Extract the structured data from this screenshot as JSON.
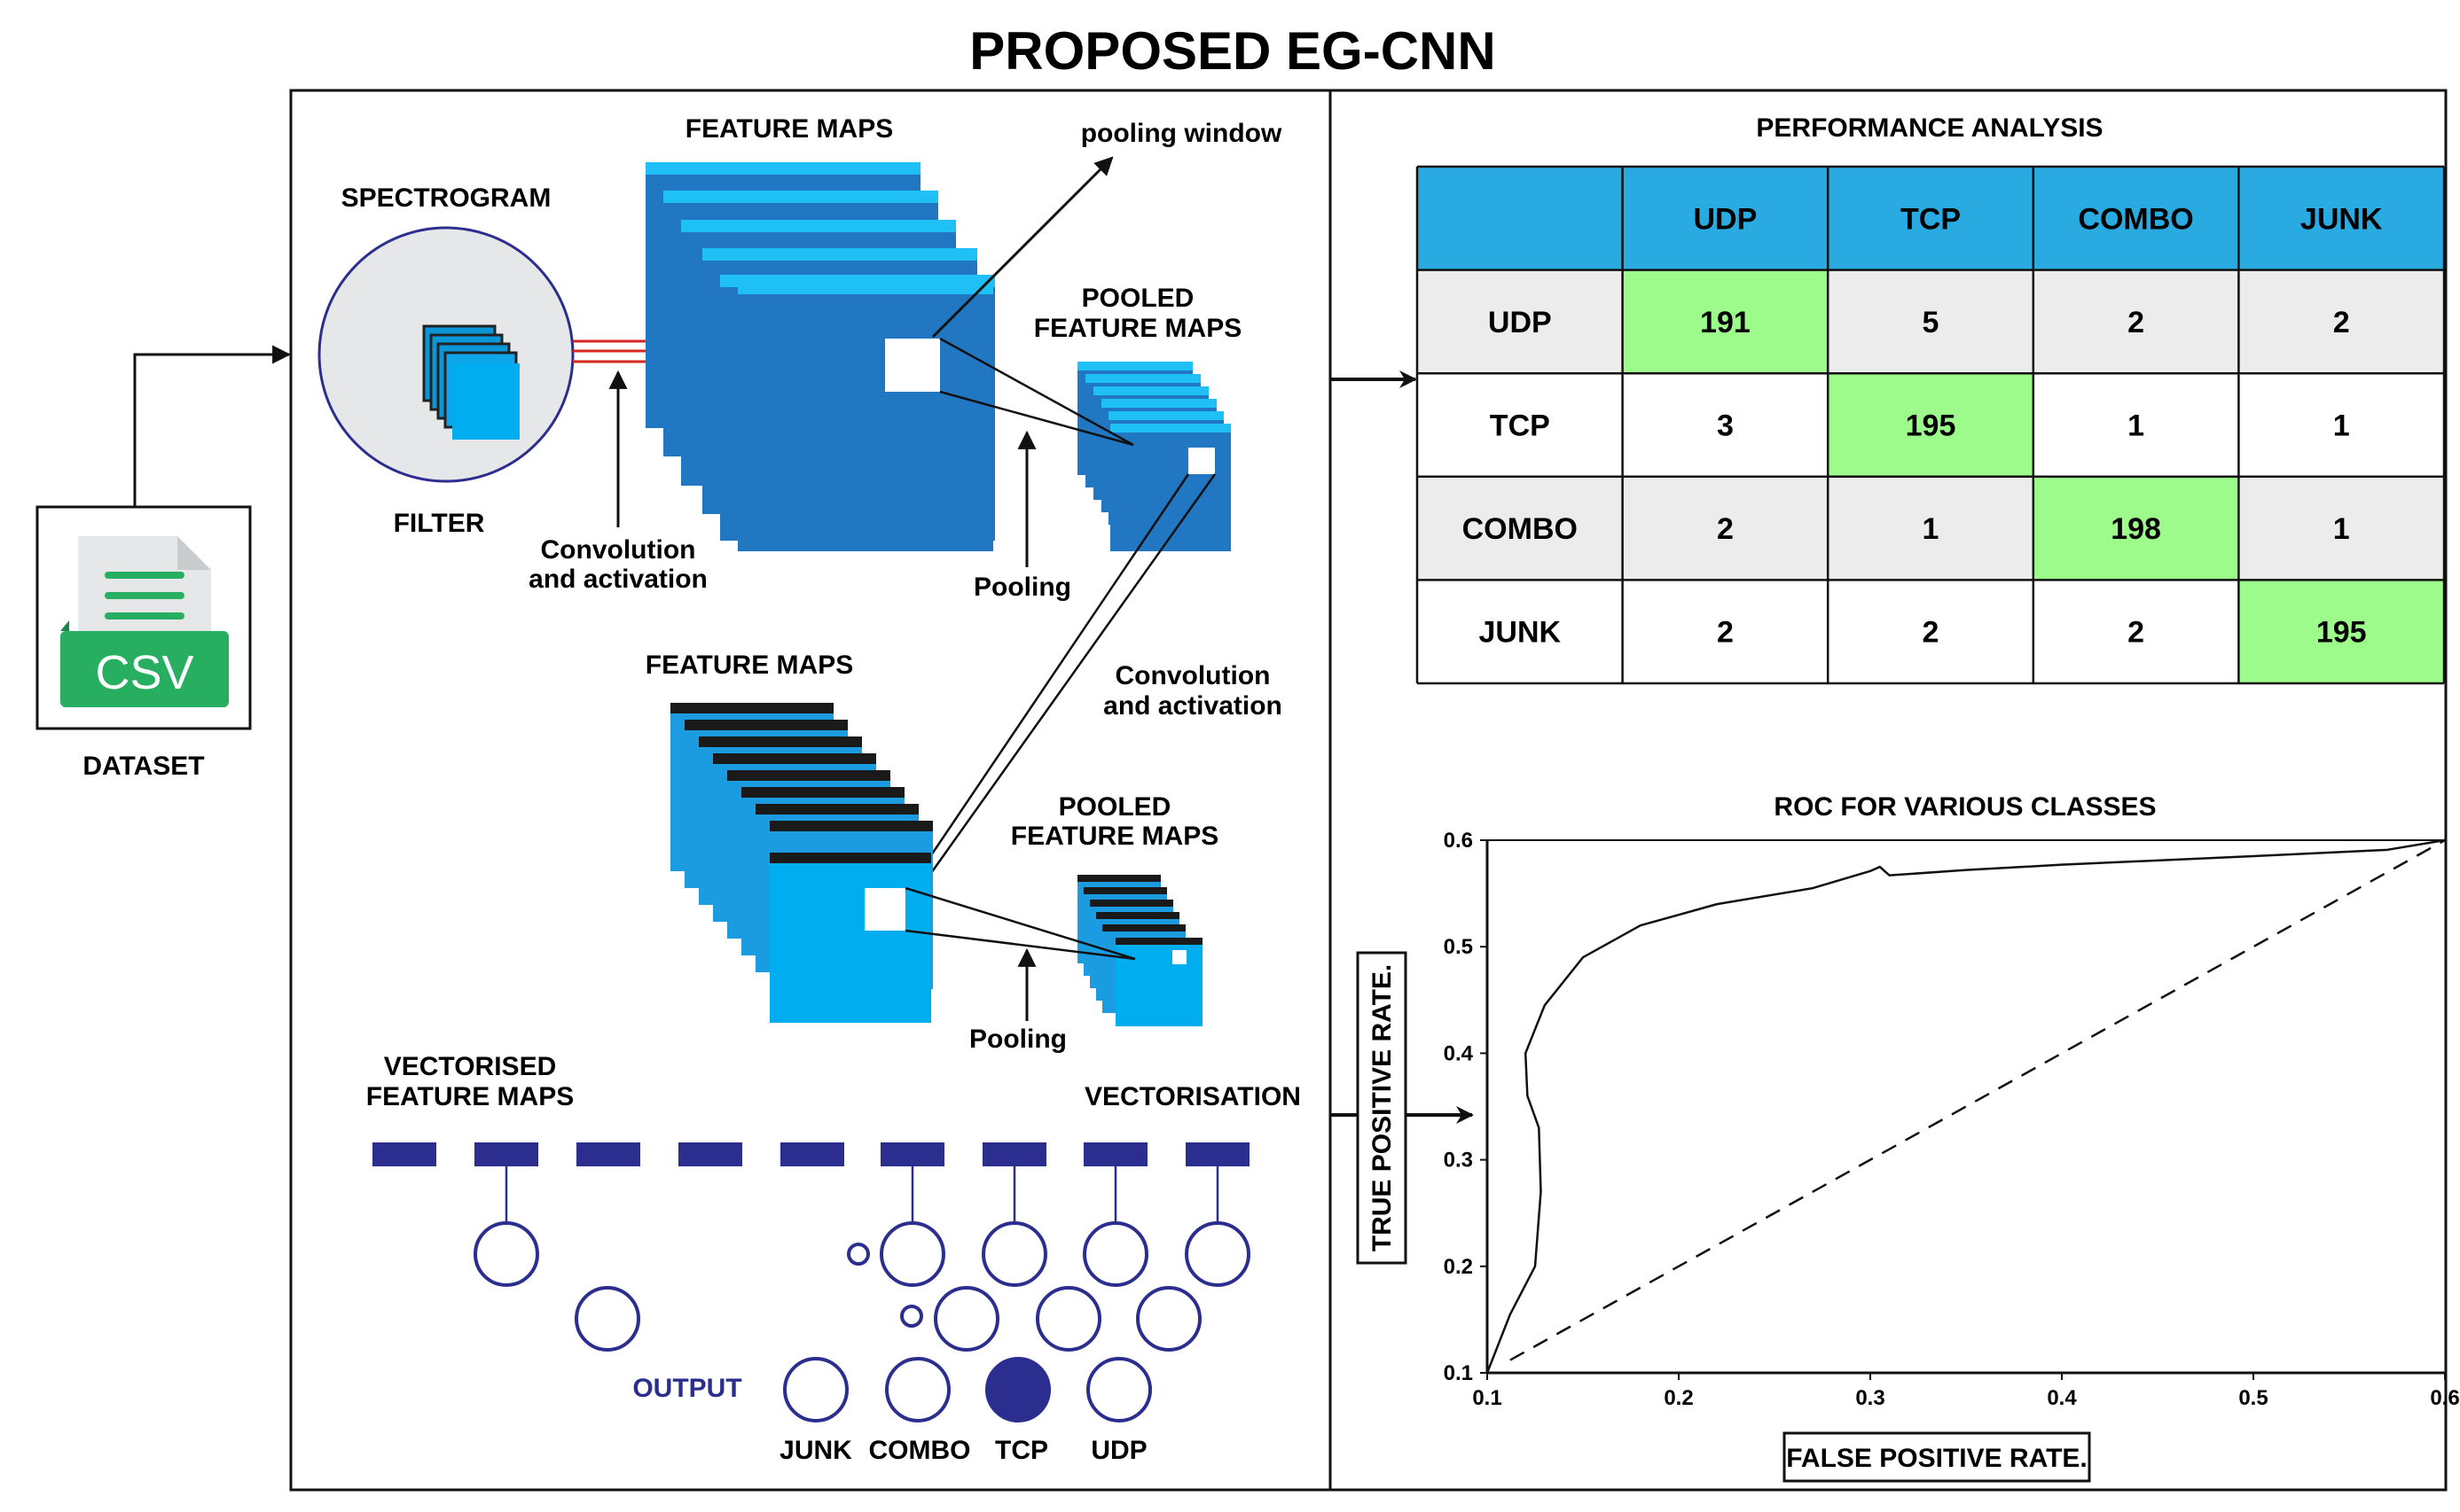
{
  "title": "PROPOSED EG-CNN",
  "dataset": {
    "file_label": "CSV",
    "caption": "DATASET"
  },
  "cnn": {
    "spectrogram": "SPECTROGRAM",
    "filter": "FILTER",
    "feature_maps_1": "FEATURE MAPS",
    "pooling_window": "pooling window",
    "pooled_1": [
      "POOLED",
      "FEATURE MAPS"
    ],
    "conv_act_1": [
      "Convolution",
      "and activation"
    ],
    "pooling_1": "Pooling",
    "feature_maps_2": "FEATURE MAPS",
    "conv_act_2": [
      "Convolution",
      "and activation"
    ],
    "pooled_2": [
      "POOLED",
      "FEATURE MAPS"
    ],
    "pooling_2": "Pooling",
    "vectorised": [
      "VECTORISED",
      "FEATURE MAPS"
    ],
    "vectorisation": "VECTORISATION",
    "output_label": "OUTPUT",
    "outputs": [
      "JUNK",
      "COMBO",
      "TCP",
      "UDP"
    ],
    "active_output": "TCP"
  },
  "performance": {
    "title": "PERFORMANCE ANALYSIS",
    "columns": [
      "UDP",
      "TCP",
      "COMBO",
      "JUNK"
    ],
    "rows": [
      {
        "label": "UDP",
        "values": [
          "191",
          "5",
          "2",
          "2"
        ]
      },
      {
        "label": "TCP",
        "values": [
          "3",
          "195",
          "1",
          "1"
        ]
      },
      {
        "label": "COMBO",
        "values": [
          "2",
          "1",
          "198",
          "1"
        ]
      },
      {
        "label": "JUNK",
        "values": [
          "2",
          "2",
          "2",
          "195"
        ]
      }
    ],
    "colors": {
      "header": "#29abe2",
      "diagonal": "#9cfb8b",
      "shaded": "#ececec"
    }
  },
  "chart_data": {
    "type": "line",
    "title": "ROC FOR VARIOUS CLASSES",
    "xlabel": "FALSE POSITIVE RATE.",
    "ylabel": "TRUE POSITIVE RATE.",
    "xlim": [
      0.1,
      0.6
    ],
    "ylim": [
      0.1,
      0.6
    ],
    "xticks": [
      "0.1",
      "0.2",
      "0.3",
      "0.4",
      "0.5",
      "0.6"
    ],
    "yticks": [
      "0.1",
      "0.2",
      "0.3",
      "0.4",
      "0.5",
      "0.6"
    ],
    "series": [
      {
        "style": "solid",
        "x": [
          0.1,
          0.112,
          0.125,
          0.128,
          0.127,
          0.121,
          0.12,
          0.13,
          0.15,
          0.18,
          0.22,
          0.27,
          0.3,
          0.305,
          0.31,
          0.35,
          0.4,
          0.5,
          0.57,
          0.6
        ],
        "y": [
          0.1,
          0.155,
          0.2,
          0.27,
          0.33,
          0.36,
          0.4,
          0.445,
          0.49,
          0.52,
          0.54,
          0.555,
          0.571,
          0.575,
          0.567,
          0.572,
          0.577,
          0.585,
          0.591,
          0.6
        ]
      },
      {
        "style": "dashed",
        "x": [
          0.112,
          0.6
        ],
        "y": [
          0.112,
          0.6
        ]
      }
    ]
  }
}
